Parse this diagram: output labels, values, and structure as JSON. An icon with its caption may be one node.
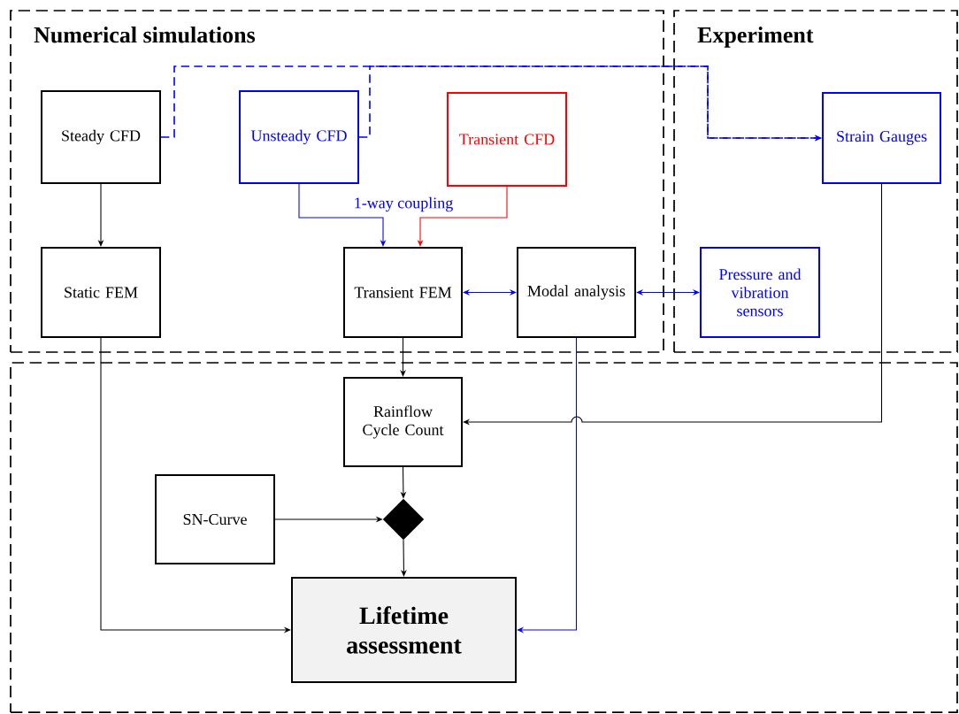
{
  "diagram": {
    "nodes": [
      {
        "text": [
          "Numerical simulations"
        ]
      },
      {
        "text": [
          "Experiment"
        ]
      },
      {
        "text": [],
        "shape": "box"
      },
      {
        "text": [
          "Steady CFD"
        ],
        "in": 0
      },
      {
        "text": [
          "Unsteady CFD"
        ],
        "in": 0
      },
      {
        "text": [
          "Transient CFD"
        ],
        "in": 0
      },
      {
        "text": [
          "Strain Gauges"
        ],
        "in": 1
      },
      {
        "text": [
          "Static FEM"
        ],
        "in": 0
      },
      {
        "text": [
          "Transient FEM"
        ],
        "in": 0
      },
      {
        "text": [
          "Modal analysis"
        ],
        "in": 0
      },
      {
        "text": [
          "Pressure and vibration sensors"
        ],
        "in": 1
      },
      {
        "text": [
          "Rainflow Cycle Count"
        ],
        "in": 2
      },
      {
        "text": [
          "SN-Curve"
        ],
        "in": 2
      },
      {
        "text": [],
        "shape": "diamond",
        "in": 2
      },
      {
        "text": [
          "Lifetime assessment"
        ],
        "in": 2
      }
    ],
    "edges": [
      {
        "from": 3,
        "to": 6,
        "arrow": "to",
        "style": "dashed",
        "color": "#0000ff"
      },
      {
        "from": 4,
        "to": 6,
        "arrow": "to",
        "style": "dashed",
        "color": "#0000ff"
      },
      {
        "from": 3,
        "to": 7,
        "arrow": "to"
      },
      {
        "from": 4,
        "to": 8,
        "arrow": "to",
        "label": "1-way coupling",
        "color": "#0000ff"
      },
      {
        "from": 5,
        "to": 8,
        "arrow": "to",
        "color": "#ff0000"
      },
      {
        "from": 8,
        "to": 9,
        "arrow": "both",
        "color": "#0000ff"
      },
      {
        "from": 9,
        "to": 10,
        "arrow": "both",
        "color": "#0000ff"
      },
      {
        "from": 8,
        "to": 11,
        "arrow": "to"
      },
      {
        "from": 6,
        "to": 11,
        "arrow": "to"
      },
      {
        "from": 11,
        "to": 13,
        "arrow": "to"
      },
      {
        "from": 12,
        "to": 13,
        "arrow": "to"
      },
      {
        "from": 13,
        "to": 14,
        "arrow": "to"
      },
      {
        "from": 7,
        "to": 14,
        "arrow": "to"
      },
      {
        "from": 9,
        "to": 14,
        "arrow": "to",
        "color": "#0000ff"
      }
    ]
  }
}
